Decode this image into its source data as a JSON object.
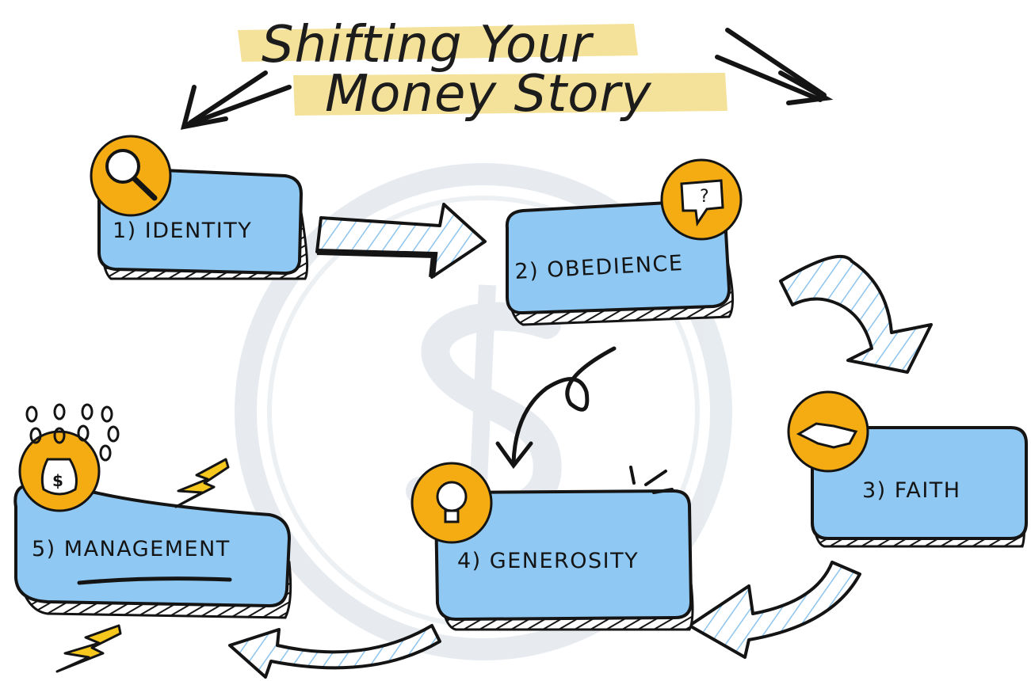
{
  "title": {
    "line1": "Shifting Your",
    "line2": "Money Story"
  },
  "steps": [
    {
      "label": "1) IDENTITY",
      "icon": "magnifier-icon"
    },
    {
      "label": "2) OBEDIENCE",
      "icon": "speech-bubble-question-icon"
    },
    {
      "label": "3) FAITH",
      "icon": "handshake-icon"
    },
    {
      "label": "4) GENEROSITY",
      "icon": "lightbulb-icon"
    },
    {
      "label": "5) MANAGEMENT",
      "icon": "money-bag-icon"
    }
  ],
  "colors": {
    "box_fill": "#8fc8f2",
    "badge": "#f4ac12",
    "highlight": "#f3df8f",
    "ink": "#141414",
    "lightning": "#f6c81d",
    "watermark": "#dde3ea"
  }
}
